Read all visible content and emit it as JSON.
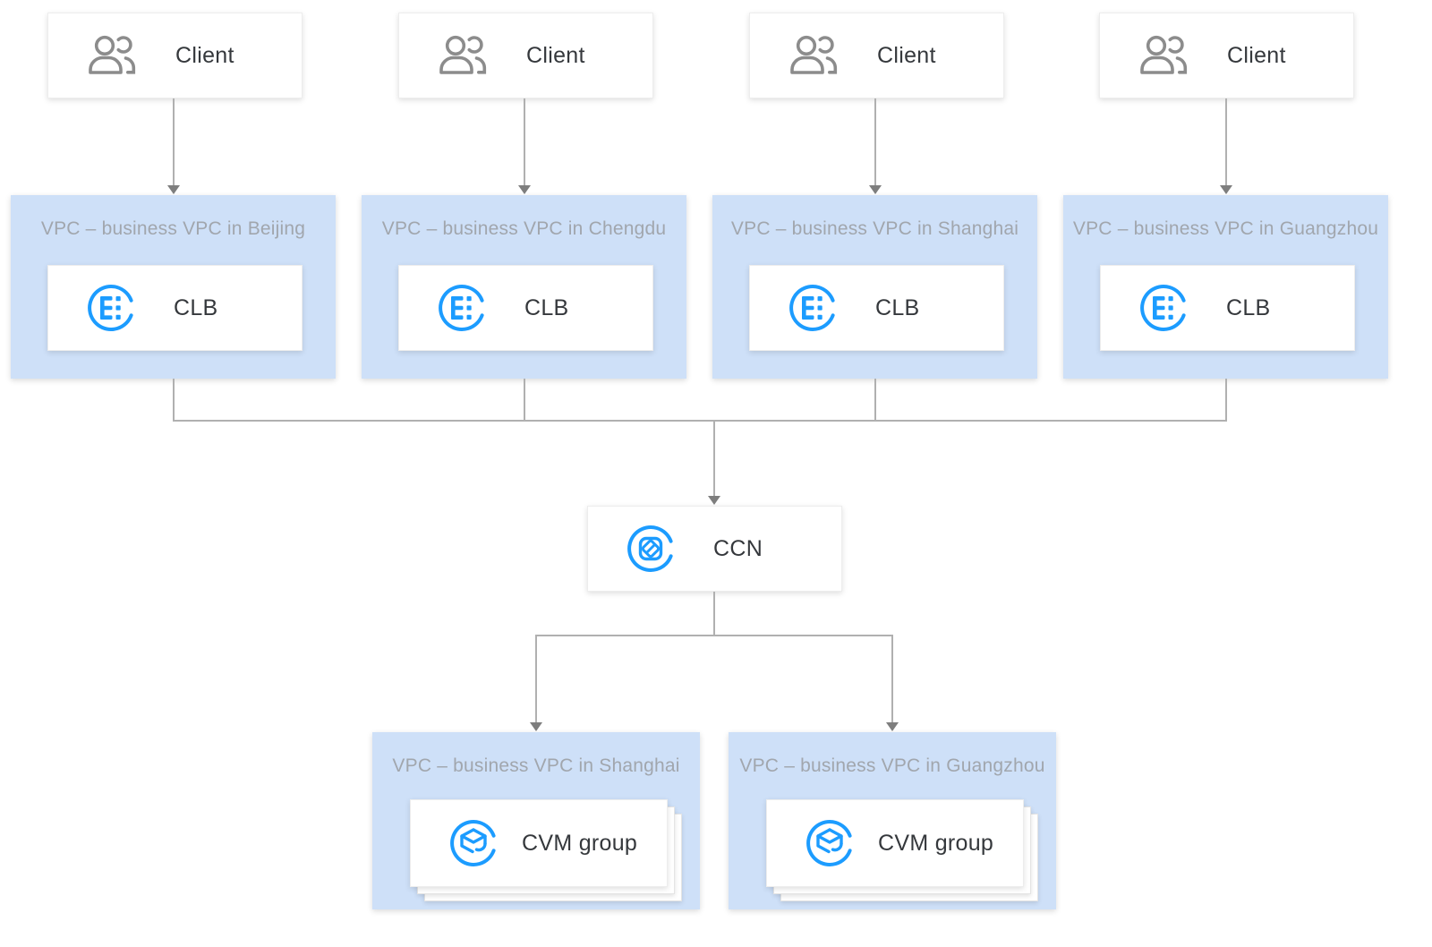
{
  "colors": {
    "vpc_fill": "#cee0f8",
    "vpc_label_text": "#a1a6ad",
    "node_text": "#35383c",
    "icon_blue": "#1c9cff",
    "icon_gray": "#8c8c8c",
    "line": "#b0b0b0",
    "arrowhead": "#7e7e7e",
    "node_border": "#ededed"
  },
  "icons": {
    "client": "users-icon",
    "clb": "load-balancer-icon",
    "ccn": "cloud-connect-network-icon",
    "cvm": "cloud-virtual-machine-icon"
  },
  "clients": [
    {
      "label": "Client"
    },
    {
      "label": "Client"
    },
    {
      "label": "Client"
    },
    {
      "label": "Client"
    }
  ],
  "top_vpcs": [
    {
      "label": "VPC – business VPC in Beijing",
      "node_label": "CLB"
    },
    {
      "label": "VPC – business VPC in Chengdu",
      "node_label": "CLB"
    },
    {
      "label": "VPC – business VPC in Shanghai",
      "node_label": "CLB"
    },
    {
      "label": "VPC – business VPC in Guangzhou",
      "node_label": "CLB"
    }
  ],
  "ccn": {
    "node_label": "CCN"
  },
  "bottom_vpcs": [
    {
      "label": "VPC – business VPC in Shanghai",
      "node_label": "CVM group"
    },
    {
      "label": "VPC – business VPC in Guangzhou",
      "node_label": "CVM group"
    }
  ]
}
